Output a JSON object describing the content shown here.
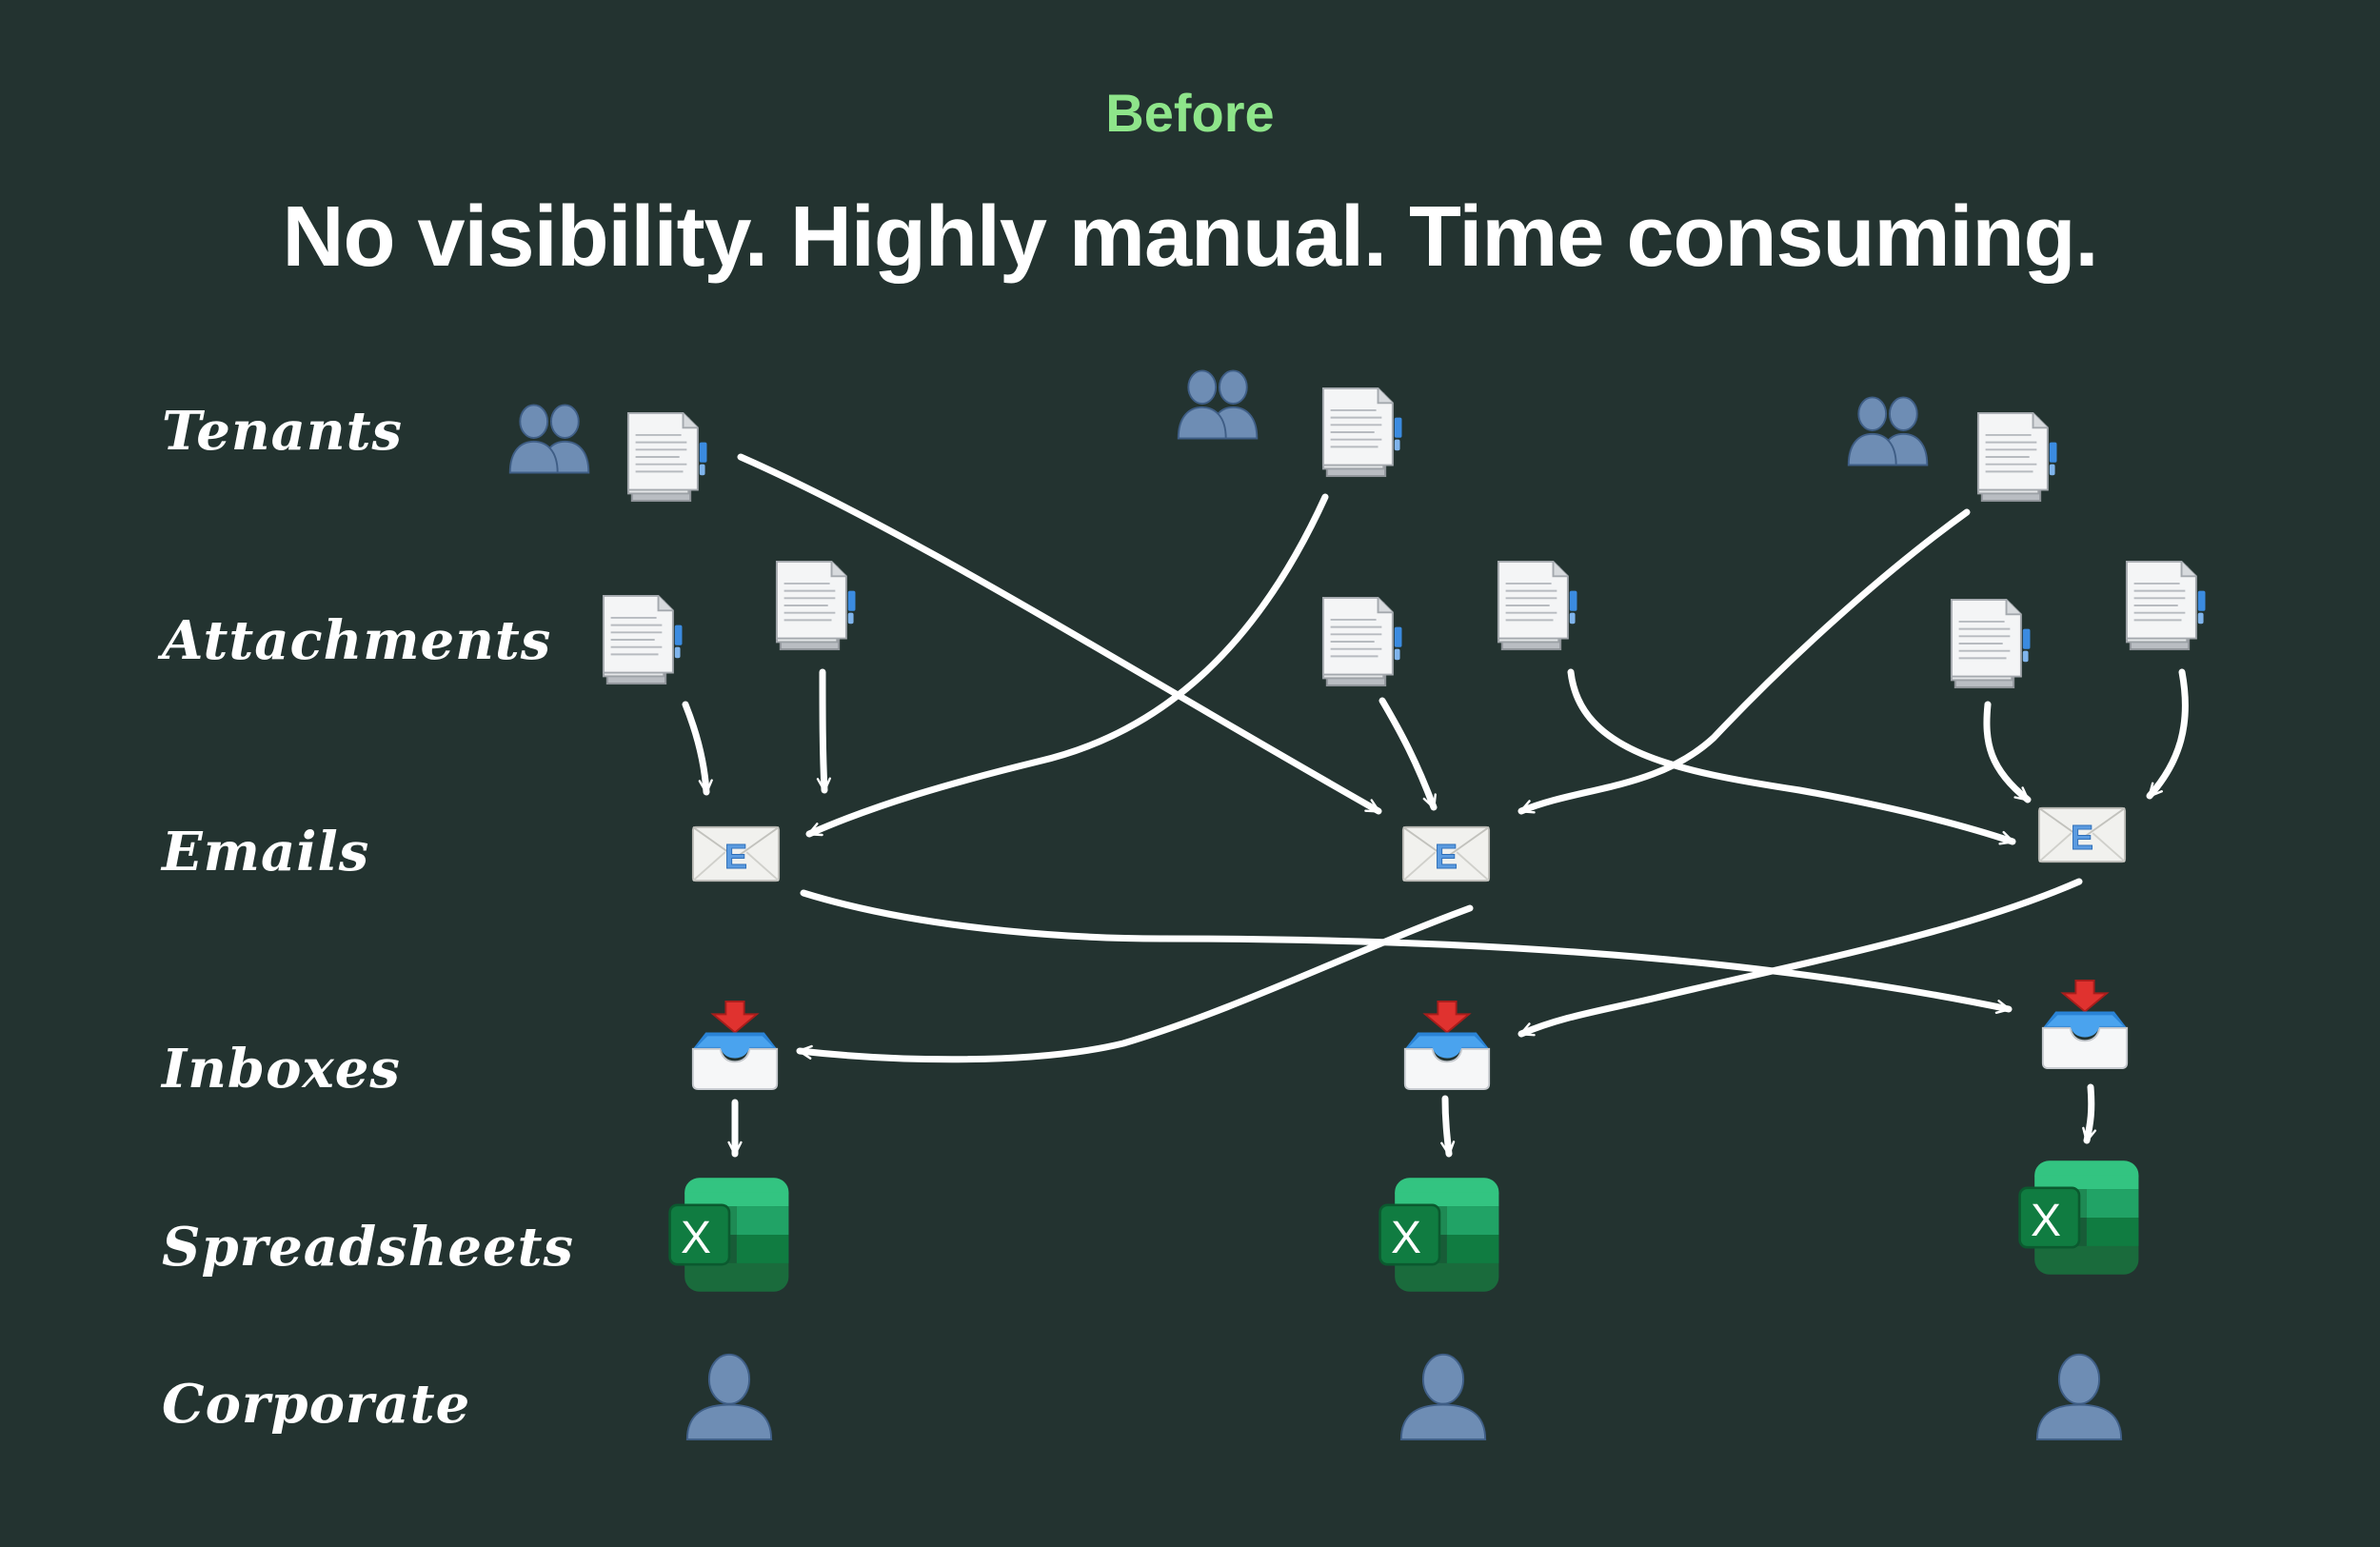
{
  "header": {
    "eyebrow": "Before",
    "headline": "No visibility. Highly manual. Time consuming."
  },
  "rows": [
    {
      "key": "tenants",
      "label": "Tenants"
    },
    {
      "key": "attachments",
      "label": "Attachments"
    },
    {
      "key": "emails",
      "label": "Emails"
    },
    {
      "key": "inboxes",
      "label": "Inboxes"
    },
    {
      "key": "spreadsheets",
      "label": "Spreadsheets"
    },
    {
      "key": "corporate",
      "label": "Corporate"
    }
  ],
  "icons": {
    "tenant": "people-group-icon",
    "document": "document-icon",
    "email": "email-envelope-icon",
    "inbox": "inbox-tray-icon",
    "spreadsheet": "excel-spreadsheet-icon",
    "corporate": "person-icon"
  },
  "spreadsheet_letter": "X",
  "colors": {
    "background": "#233330",
    "eyebrow": "#8ee58a",
    "text": "#ffffff",
    "excel_green": "#1f7a45",
    "person_blue": "#5f7fa6"
  }
}
